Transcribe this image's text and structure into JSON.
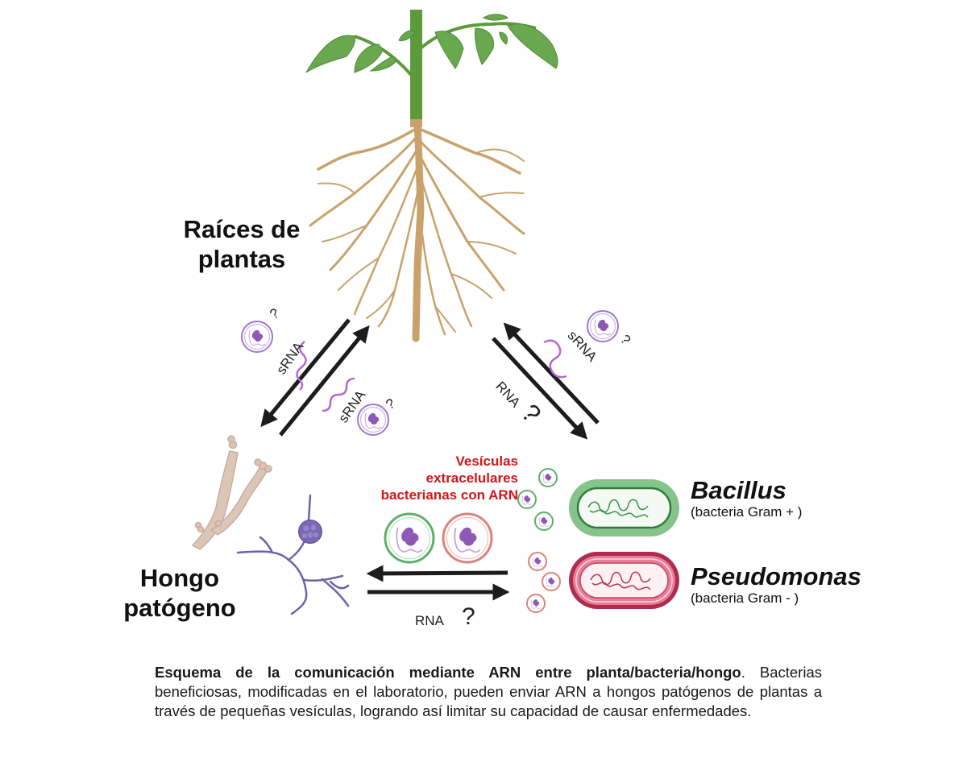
{
  "labels": {
    "plant_roots": [
      "Raíces de",
      "plantas"
    ],
    "fungus": [
      "Hongo",
      "patógeno"
    ],
    "vesicles": [
      "Vesículas",
      "extracelulares",
      "bacterianas con ARN"
    ],
    "bacillus": {
      "name": "Bacillus",
      "gram": "(bacteria Gram + )"
    },
    "pseudomonas": {
      "name": "Pseudomonas",
      "gram": "(bacteria Gram - )"
    }
  },
  "arrow_labels": {
    "plant_fungus_upper": "sRNA",
    "plant_fungus_lower": "sRNA",
    "plant_bacteria_srna": "sRNA",
    "plant_bacteria_rna": "RNA",
    "fungus_bacteria_rna": "RNA",
    "question": "?"
  },
  "caption": {
    "title": "Esquema de la comunicación mediante ARN entre planta/bacteria/hongo",
    "title_end": ".",
    "body": "Bacterias beneficiosas, modificadas en el laboratorio, pueden enviar ARN a hongos patógenos de plantas a través de pequeñas vesículas, logrando así limitar su capacidad de causar enfermedades."
  },
  "colors": {
    "leaf": "#6aa84f",
    "stem": "#5c9a3c",
    "root": "#c9a26b",
    "arrow": "#1c1c1c",
    "srna": "#b36ad0",
    "vesicle_purple": "#9d7ac6",
    "vesicle_green": "#5fae6a",
    "vesicle_red": "#d9837a",
    "bacillus": "#86c48c",
    "pseudomonas": "#c94063",
    "fungus_beige": "#dcc6b8",
    "fungus_purple": "#6e62a8",
    "label_red": "#d0151b"
  }
}
